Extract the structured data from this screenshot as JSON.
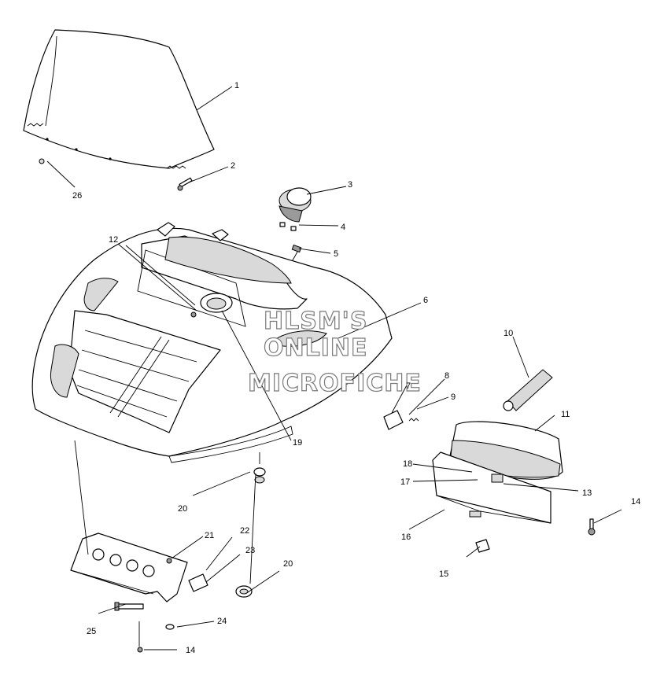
{
  "watermark": {
    "line1": "HLSM'S",
    "line2": "ONLINE",
    "line3": "MICROFICHE"
  },
  "callouts": [
    {
      "id": "c1",
      "label": "1"
    },
    {
      "id": "c2",
      "label": "2"
    },
    {
      "id": "c3",
      "label": "3"
    },
    {
      "id": "c4",
      "label": "4"
    },
    {
      "id": "c5",
      "label": "5"
    },
    {
      "id": "c6",
      "label": "6"
    },
    {
      "id": "c7",
      "label": "7"
    },
    {
      "id": "c8",
      "label": "8"
    },
    {
      "id": "c9",
      "label": "9"
    },
    {
      "id": "c10",
      "label": "10"
    },
    {
      "id": "c11",
      "label": "11"
    },
    {
      "id": "c12",
      "label": "12"
    },
    {
      "id": "c13",
      "label": "13"
    },
    {
      "id": "c14a",
      "label": "14"
    },
    {
      "id": "c14b",
      "label": "14"
    },
    {
      "id": "c15",
      "label": "15"
    },
    {
      "id": "c16",
      "label": "16"
    },
    {
      "id": "c17",
      "label": "17"
    },
    {
      "id": "c18",
      "label": "18"
    },
    {
      "id": "c19",
      "label": "19"
    },
    {
      "id": "c20a",
      "label": "20"
    },
    {
      "id": "c20b",
      "label": "20"
    },
    {
      "id": "c21",
      "label": "21"
    },
    {
      "id": "c22",
      "label": "22"
    },
    {
      "id": "c23",
      "label": "23"
    },
    {
      "id": "c24",
      "label": "24"
    },
    {
      "id": "c25",
      "label": "25"
    },
    {
      "id": "c26",
      "label": "26"
    }
  ]
}
